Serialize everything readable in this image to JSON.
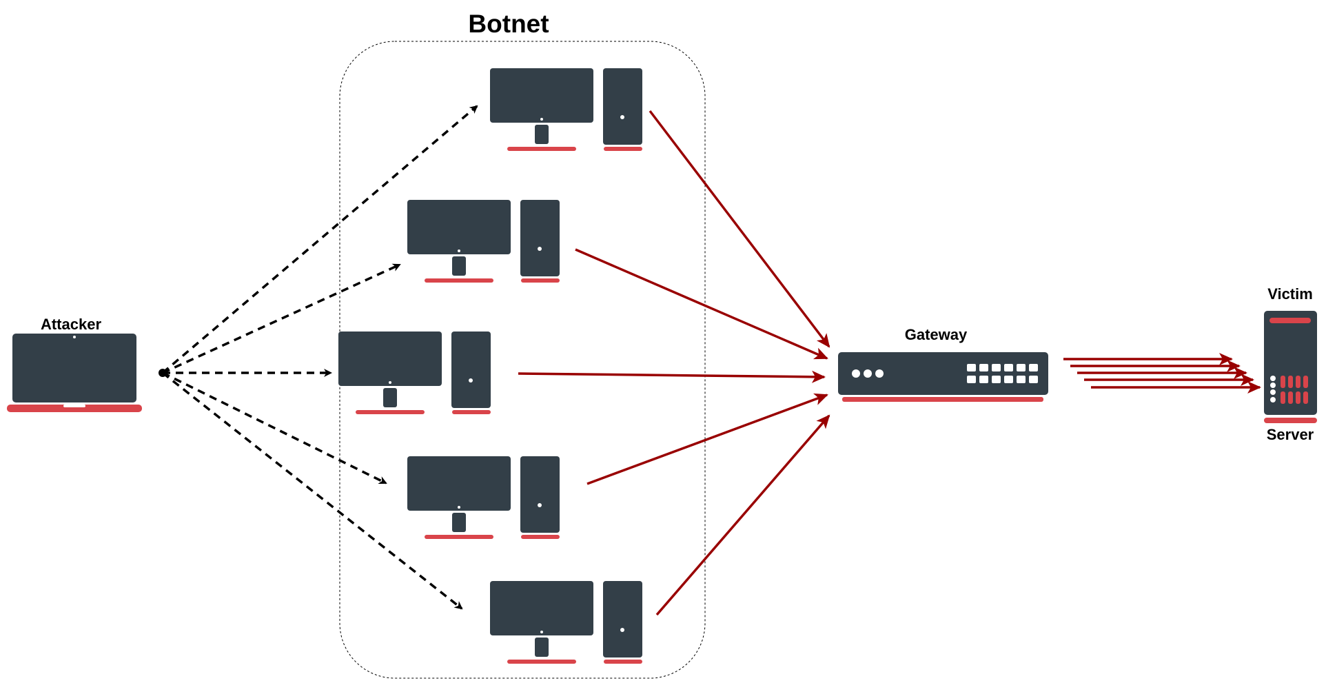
{
  "diagram": {
    "title": "Botnet",
    "nodes": {
      "attacker": {
        "label": "Attacker",
        "icon": "laptop-icon"
      },
      "gateway": {
        "label": "Gateway",
        "icon": "gateway-router-icon"
      },
      "victim": {
        "label_top": "Victim",
        "label_bottom": "Server",
        "icon": "server-icon"
      },
      "bots": [
        {
          "icon": "desktop-computer-icon"
        },
        {
          "icon": "desktop-computer-icon"
        },
        {
          "icon": "desktop-computer-icon"
        },
        {
          "icon": "desktop-computer-icon"
        },
        {
          "icon": "desktop-computer-icon"
        }
      ]
    },
    "edges": {
      "command": {
        "style": "dashed",
        "color": "#000000",
        "from": "attacker",
        "to": "bots"
      },
      "attack": {
        "style": "solid",
        "color": "#990000",
        "from": "bots",
        "to": "gateway"
      },
      "flood": {
        "style": "solid",
        "color": "#990000",
        "from": "gateway",
        "to": "victim",
        "count": 5
      }
    },
    "colors": {
      "device_body": "#333f48",
      "accent_red": "#d9444a",
      "arrow_red": "#990000",
      "arrow_black": "#000000"
    }
  }
}
